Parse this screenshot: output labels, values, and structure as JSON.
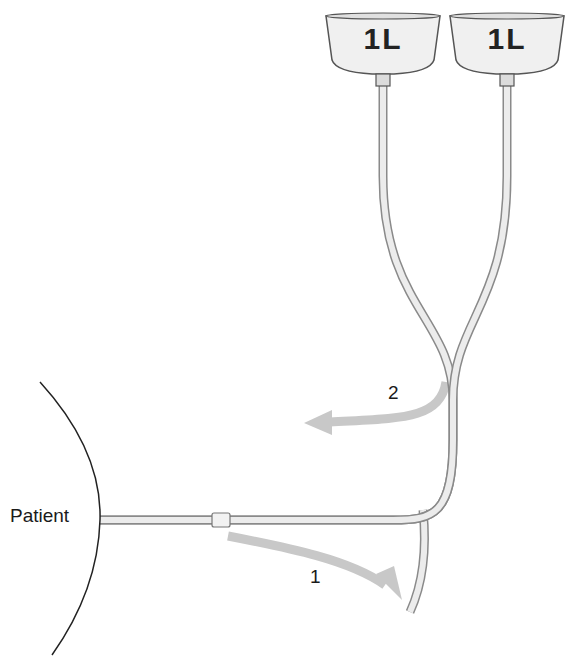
{
  "diagram": {
    "nodes": [
      {
        "text": [
          "1L"
        ]
      },
      {
        "text": [
          "1L"
        ]
      },
      {
        "text": [
          "Patient"
        ]
      }
    ],
    "edges": [
      {
        "from": 0,
        "to": 2,
        "arrow": "none"
      },
      {
        "from": 1,
        "to": 2,
        "arrow": "none"
      }
    ],
    "labels": [
      "2",
      "1"
    ]
  }
}
